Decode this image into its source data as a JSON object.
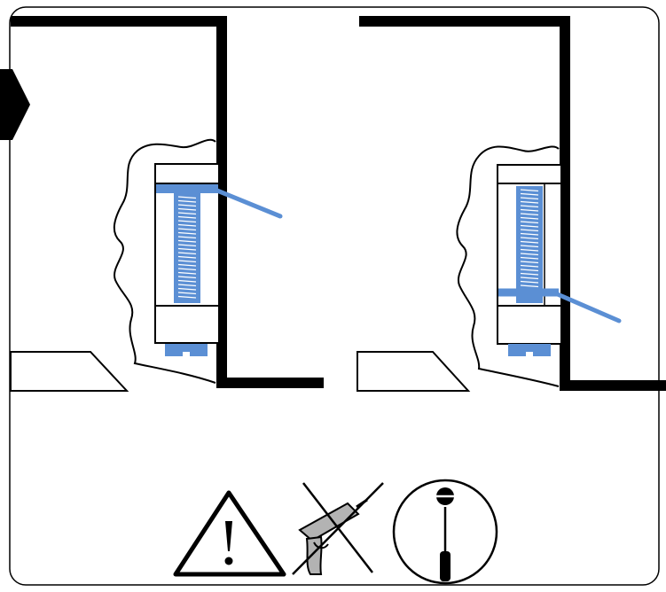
{
  "colors": {
    "line": "#000000",
    "accent": "#5b8fd4",
    "tool": "#b3b3b3",
    "background": "#ffffff"
  },
  "panels": [
    {
      "name": "step-before",
      "state": "screw-lever-raised"
    },
    {
      "name": "step-after",
      "state": "screw-lever-lowered"
    }
  ],
  "icons": [
    "warning-triangle-icon",
    "no-power-drill-icon",
    "screwdriver-icon"
  ]
}
